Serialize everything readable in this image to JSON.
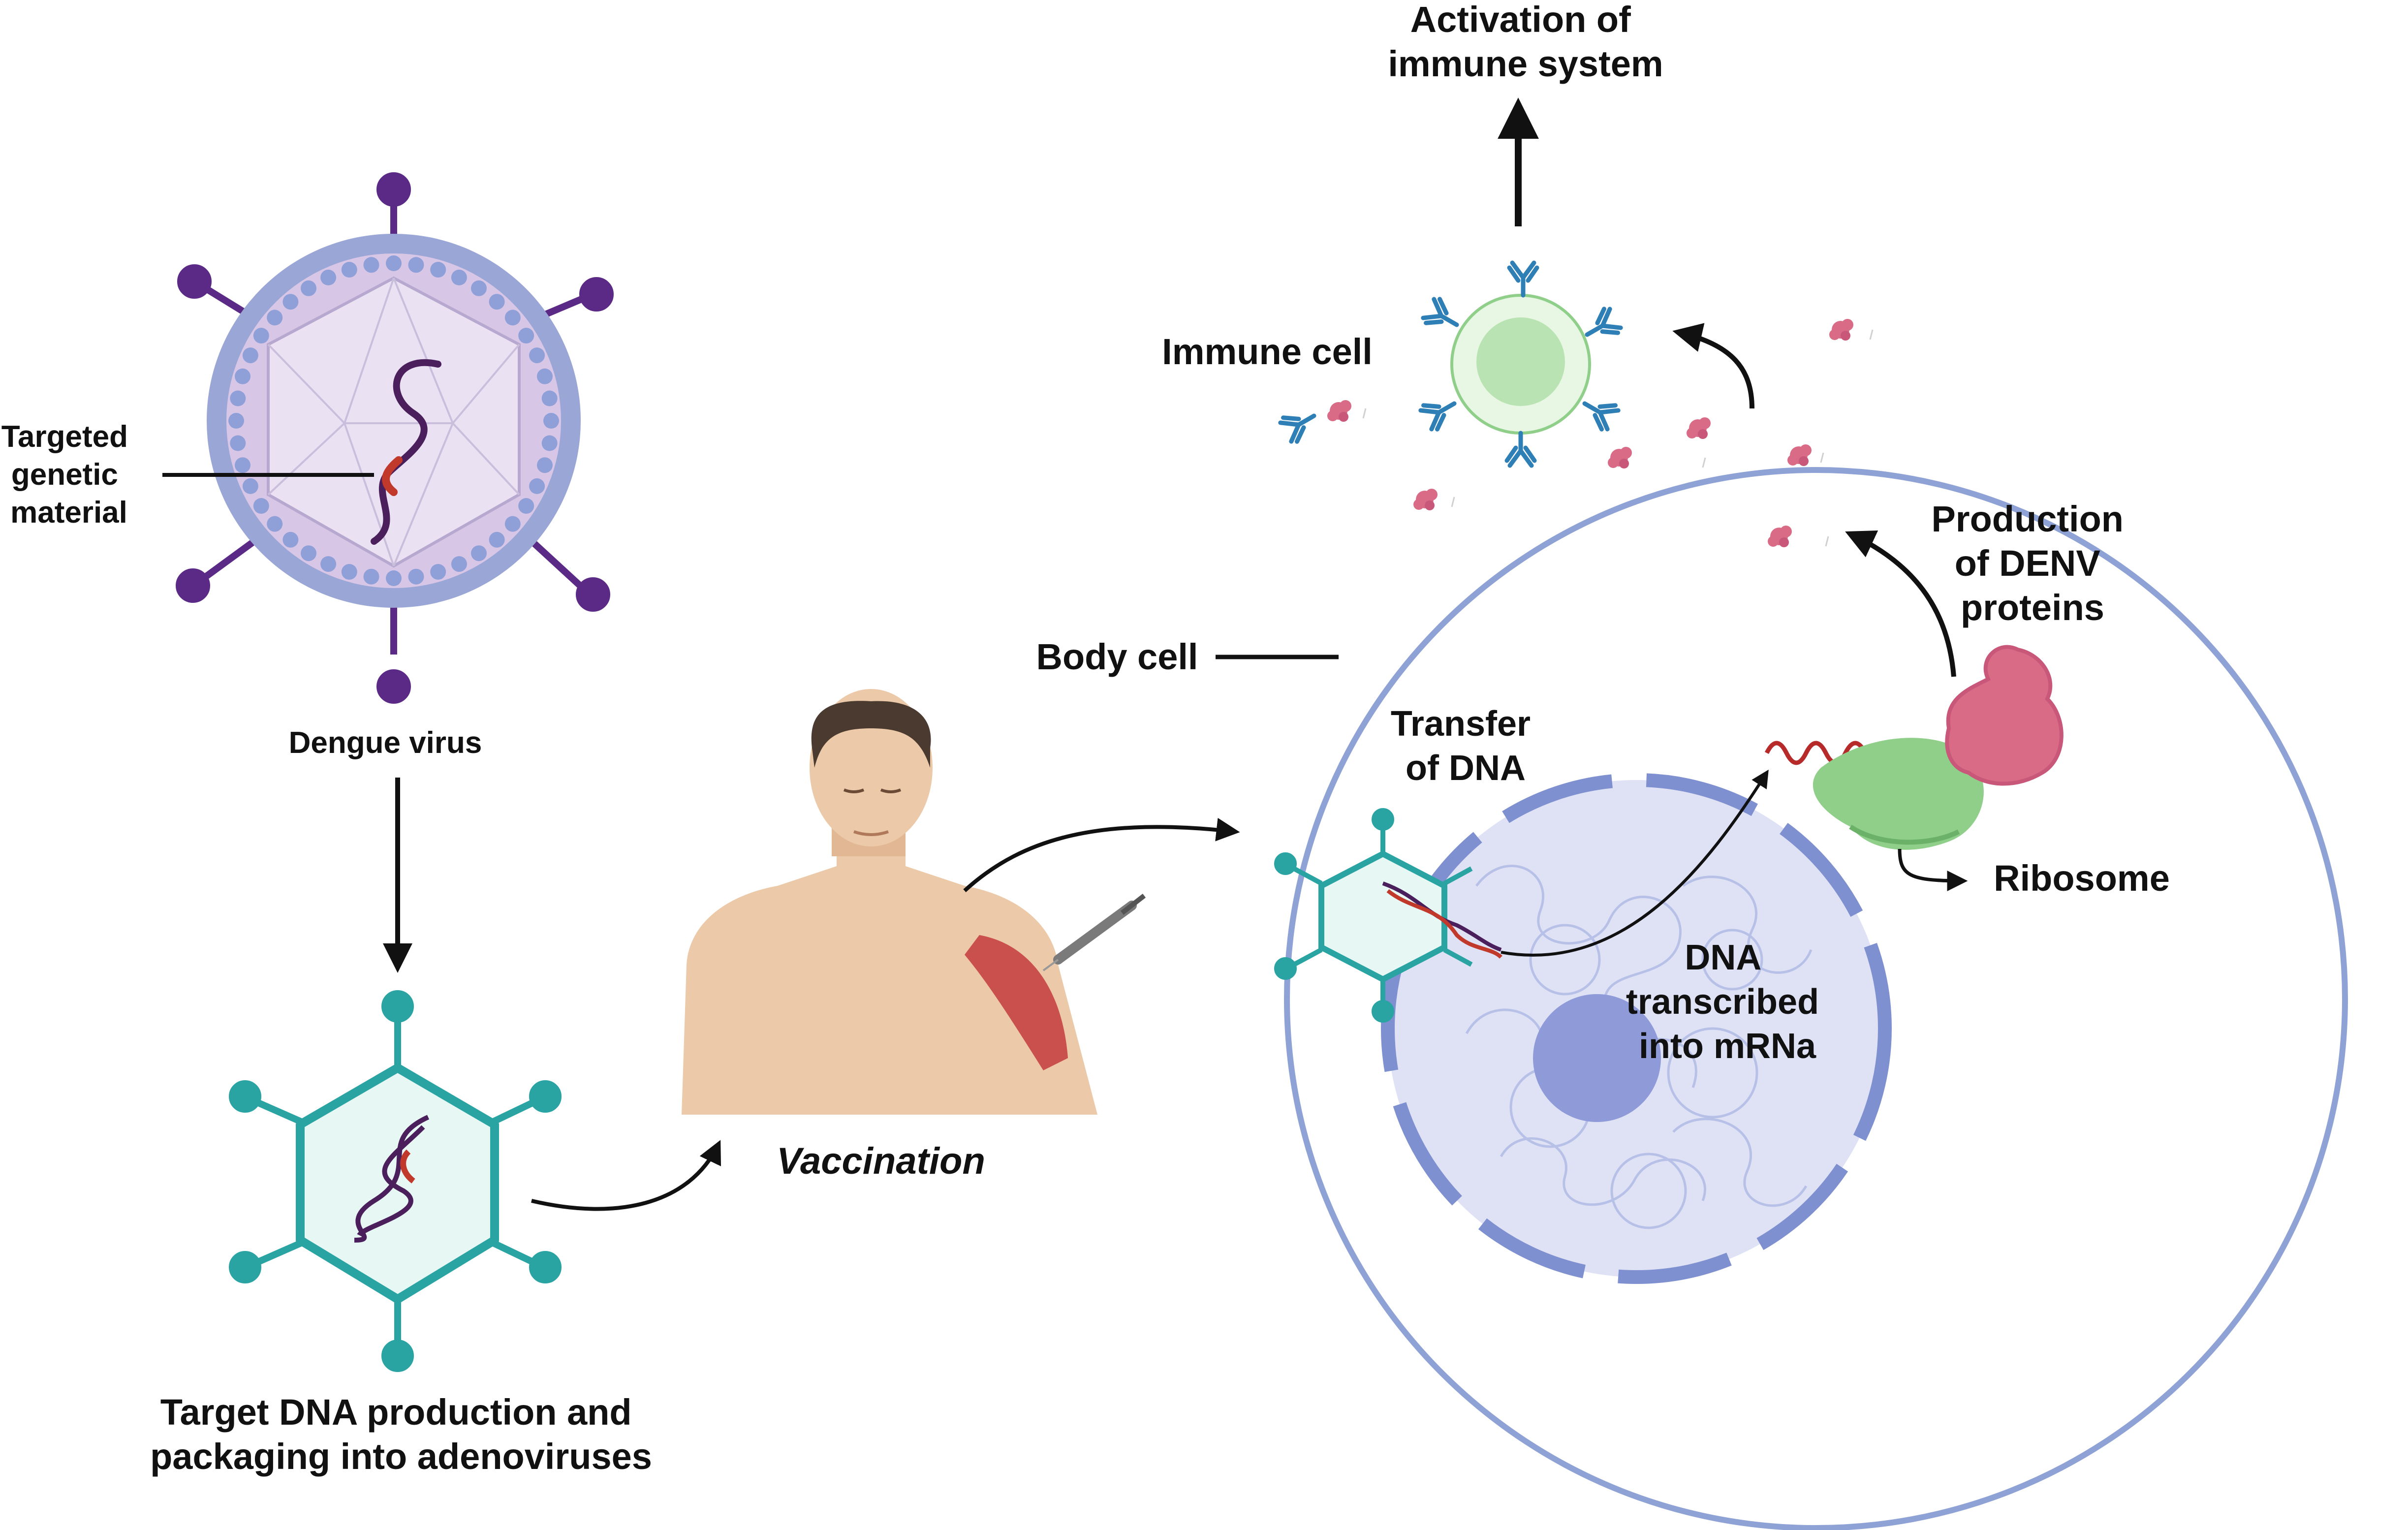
{
  "labels": {
    "activation": [
      "Activation of",
      "immune system"
    ],
    "immune_cell": "Immune cell",
    "targeted_genetic_material": [
      "Targeted",
      "genetic",
      "material"
    ],
    "dengue_virus": "Dengue virus",
    "body_cell": "Body cell",
    "production": [
      "Production",
      "of DENV",
      "proteins"
    ],
    "transfer": [
      "Transfer",
      "of DNA"
    ],
    "ribosome": "Ribosome",
    "dna_transcribed": [
      "DNA",
      "transcribed",
      "into mRNa"
    ],
    "vaccination": "Vaccination",
    "target_dna": [
      "Target DNA production and",
      "packaging into adenoviruses"
    ]
  },
  "colors": {
    "virus_membrane": "#9aa6d6",
    "virus_fill": "#d8c6e6",
    "virus_spike": "#5b2a86",
    "adeno_stroke": "#2aa3a3",
    "adeno_fill": "#e6f7f4",
    "dna_strand_a": "#4a1f5c",
    "dna_strand_b": "#c0392b",
    "cell_membrane": "#8fa2d6",
    "nucleus_fill": "#dfe2f5",
    "nucleus_rim": "#7f90d0",
    "nucleolus": "#8f9bd8",
    "ribosome": "#8fcf8a",
    "protein": "#d96b86",
    "immune_cell": "#c9eec3",
    "antibody": "#2e7fb5",
    "skin": "#ecc9a8",
    "muscle": "#c9504d",
    "arrow": "#111111"
  },
  "icons": [
    "dengue-virus-icon",
    "adenovirus-icon",
    "human-torso-icon",
    "syringe-icon",
    "body-cell-icon",
    "nucleus-icon",
    "ribosome-icon",
    "protein-icon",
    "immune-cell-icon",
    "antibody-icon",
    "mrna-icon"
  ]
}
